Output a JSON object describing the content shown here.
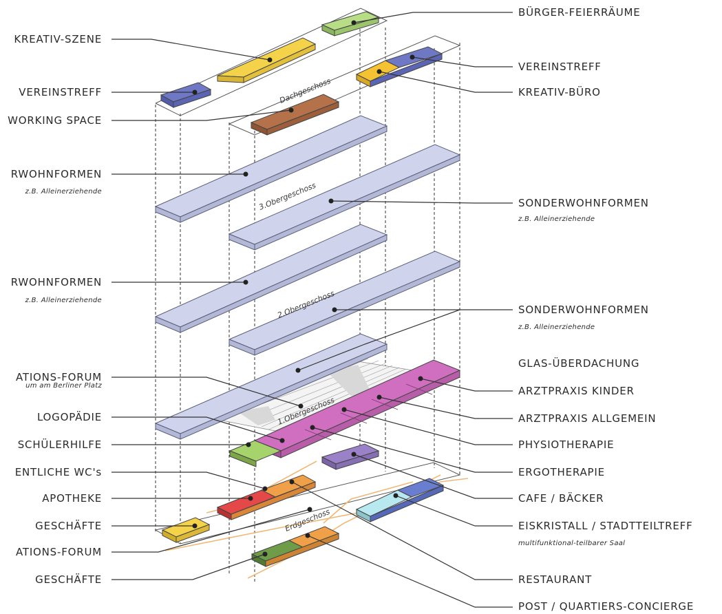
{
  "floors": {
    "dach": "Dachgeschoss",
    "og3": "3.Obergeschoss",
    "og2": "2.Obergeschoss",
    "og1": "1.Obergeschoss",
    "eg": "Erdgeschoss"
  },
  "left_labels": [
    {
      "id": "kreativ-szene",
      "text": "KREATIV-SZENE"
    },
    {
      "id": "vereinstreff-left",
      "text": "VEREINSTREFF"
    },
    {
      "id": "coworking",
      "text": "WORKING SPACE"
    },
    {
      "id": "wohnformen-4",
      "text": "RWOHNFORMEN",
      "sub": "z.B. Alleinerziehende"
    },
    {
      "id": "wohnformen-3",
      "text": "RWOHNFORMEN",
      "sub": "z.B. Alleinerziehende"
    },
    {
      "id": "forum-1",
      "text": "ATIONS-FORUM",
      "sub": "um am Berliner Platz"
    },
    {
      "id": "logopaedie",
      "text": "LOGOPÄDIE"
    },
    {
      "id": "schuelerhilfe",
      "text": "SCHÜLERHILFE"
    },
    {
      "id": "wcs",
      "text": "ENTLICHE WC's"
    },
    {
      "id": "apotheke",
      "text": "APOTHEKE"
    },
    {
      "id": "geschaefte-1",
      "text": "GESCHÄFTE"
    },
    {
      "id": "forum-eg",
      "text": "ATIONS-FORUM"
    },
    {
      "id": "geschaefte-2",
      "text": "GESCHÄFTE"
    }
  ],
  "right_labels": [
    {
      "id": "buerger",
      "text": "BÜRGER-FEIERRÄUME"
    },
    {
      "id": "vereinstreff-right",
      "text": "VEREINSTREFF"
    },
    {
      "id": "kreativ-buero",
      "text": "KREATIV-BÜRO"
    },
    {
      "id": "sonder-3",
      "text": "SONDERWOHNFORMEN",
      "sub": "z.B. Alleinerziehende"
    },
    {
      "id": "sonder-2",
      "text": "SONDERWOHNFORMEN",
      "sub": "z.B. Alleinerziehende"
    },
    {
      "id": "glas",
      "text": "GLAS-ÜBERDACHUNG"
    },
    {
      "id": "arzt-kinder",
      "text": "ARZTPRAXIS KINDER"
    },
    {
      "id": "arzt-allg",
      "text": "ARZTPRAXIS ALLGEMEIN"
    },
    {
      "id": "physio",
      "text": "PHYSIOTHERAPIE"
    },
    {
      "id": "ergo",
      "text": "ERGOTHERAPIE"
    },
    {
      "id": "cafe",
      "text": "CAFE / BÄCKER"
    },
    {
      "id": "eiskristall",
      "text": "EISKRISTALL / STADTTEILTREFF",
      "sub": "multifunktional-teilbarer Saal"
    },
    {
      "id": "restaurant",
      "text": "RESTAURANT"
    },
    {
      "id": "post",
      "text": "POST / QUARTIERS-CONCIERGE"
    }
  ],
  "colors": {
    "slab": "#cfd3ec",
    "purple_blue": "#6f78c4",
    "yellow": "#f4d24a",
    "green": "#a6d36c",
    "brown": "#b5714a",
    "magenta": "#d06ec0",
    "red": "#e54848",
    "orange": "#f0a048",
    "violet": "#9b82c8",
    "cyan": "#b8e8f0",
    "blue": "#6a7ed0",
    "dark_green": "#6e9c48"
  }
}
